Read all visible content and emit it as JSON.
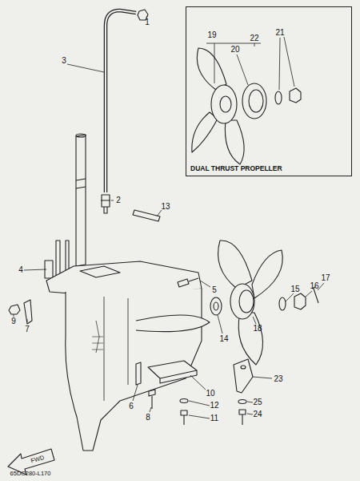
{
  "diagram": {
    "nodes": [
      {
        "text": [
          "DUAL THRUST PROPELLER"
        ]
      }
    ],
    "labels": [
      "1",
      "3",
      "19",
      "22",
      "21",
      "20",
      "2",
      "13",
      "4",
      "5",
      "15",
      "16",
      "17",
      "9",
      "7",
      "14",
      "18",
      "10",
      "23",
      "6",
      "8",
      "12",
      "25",
      "11",
      "24",
      "FWD",
      "65DC280-L170"
    ]
  }
}
